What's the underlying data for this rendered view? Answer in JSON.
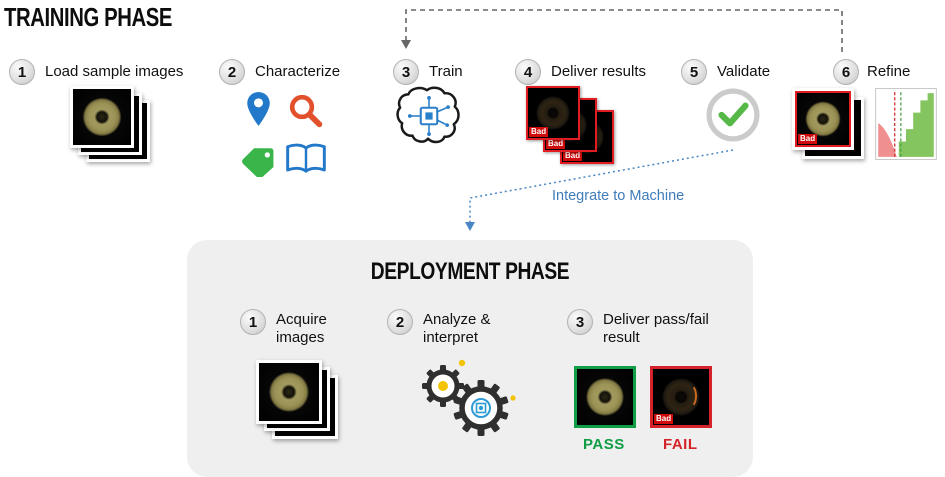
{
  "training": {
    "title": "TRAINING PHASE",
    "steps": [
      {
        "num": "1",
        "label": "Load sample images"
      },
      {
        "num": "2",
        "label": "Characterize"
      },
      {
        "num": "3",
        "label": "Train"
      },
      {
        "num": "4",
        "label": "Deliver results"
      },
      {
        "num": "5",
        "label": "Validate"
      },
      {
        "num": "6",
        "label": "Refine"
      }
    ]
  },
  "connector": {
    "integrate_label": "Integrate to Machine"
  },
  "deployment": {
    "title": "DEPLOYMENT PHASE",
    "steps": [
      {
        "num": "1",
        "label": "Acquire images"
      },
      {
        "num": "2",
        "label": "Analyze & interpret"
      },
      {
        "num": "3",
        "label": "Deliver pass/fail result"
      }
    ],
    "pass_label": "PASS",
    "fail_label": "FAIL"
  },
  "badges": {
    "bad": "Bad"
  },
  "colors": {
    "pass_green": "#0f9d45",
    "fail_red": "#d6222a",
    "integrate_blue": "#3f7cba",
    "icon_blue": "#2278c9",
    "icon_orange": "#e2502c",
    "icon_green": "#39b54a",
    "deployment_bg": "#efefef"
  }
}
